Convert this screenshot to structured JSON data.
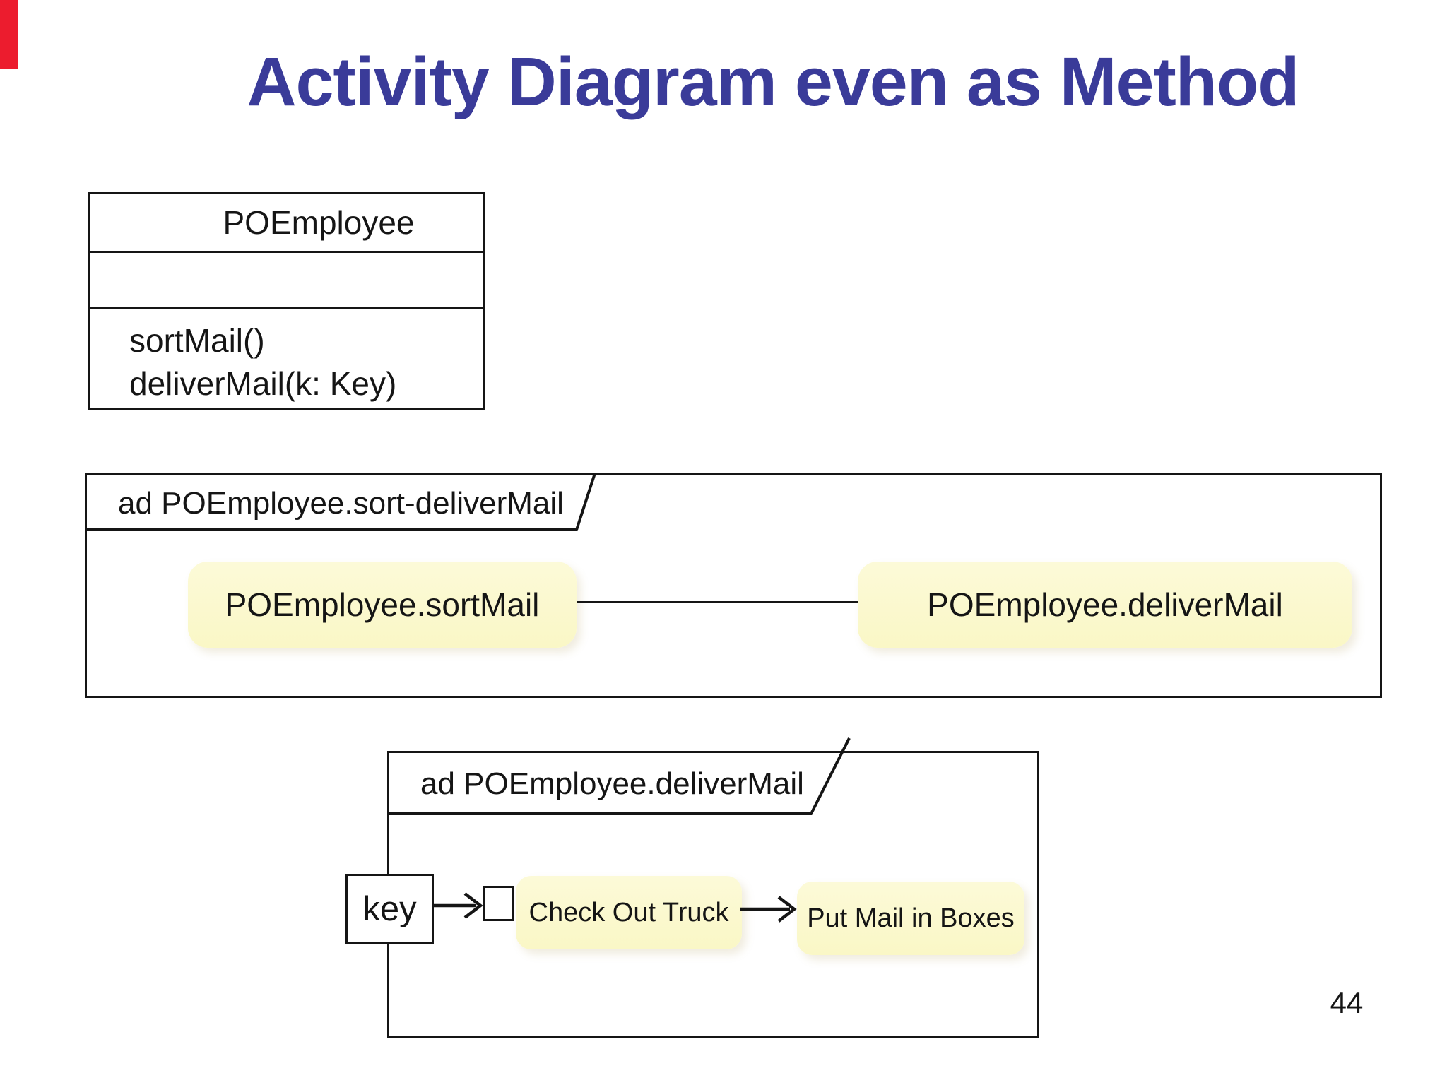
{
  "slide": {
    "title": "Activity Diagram even as Method",
    "page_number": "44"
  },
  "class_box": {
    "name": "POEmployee",
    "attributes": "",
    "methods": [
      "sortMail()",
      "deliverMail(k: Key)"
    ]
  },
  "frames": {
    "sort_deliver": {
      "label": "ad POEmployee.sort-deliverMail",
      "nodes": [
        "POEmployee.sortMail",
        "POEmployee.deliverMail"
      ]
    },
    "deliver": {
      "label": "ad POEmployee.deliverMail",
      "key_label": "key",
      "nodes": [
        "Check Out Truck",
        "Put Mail in Boxes"
      ]
    }
  },
  "colors": {
    "title_text": "#3A3B99",
    "node_fill": "#FAF7C6",
    "line": "#151515",
    "accent_red": "#EC1C2E",
    "background": "#FFFFFF"
  }
}
